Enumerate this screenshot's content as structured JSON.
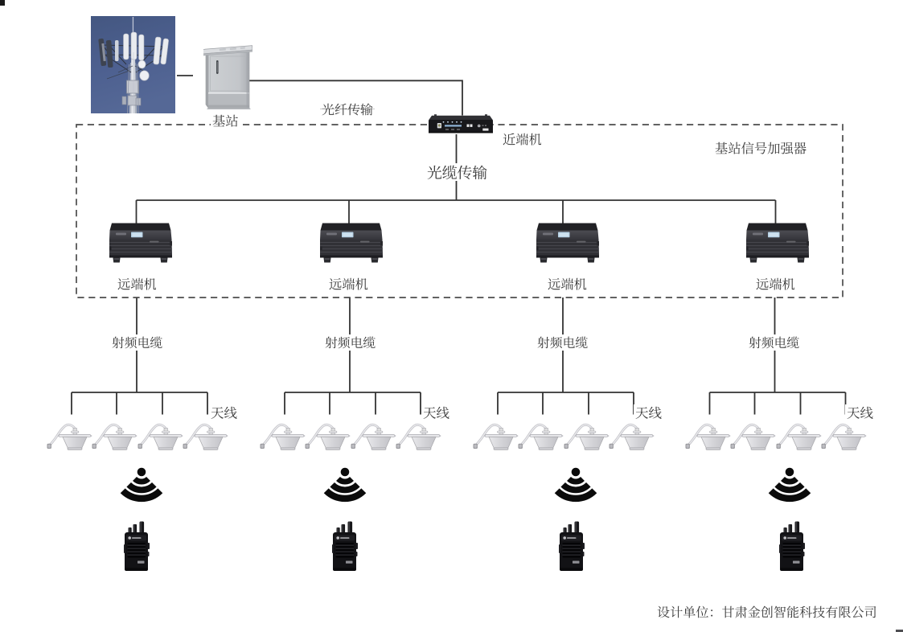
{
  "page": {
    "background": "#ffffff",
    "footer_credit": "设计单位：甘肃金创智能科技有限公司"
  },
  "colors": {
    "line": "#333333",
    "dashed_border": "#4c4c4c",
    "text": "#3a3a3a",
    "photo_sky": "#4d6090",
    "device_black": "#1a1a1c",
    "lcd_blue": "#b9d3e6",
    "signal_icon": "#0b0b0b"
  },
  "diagram": {
    "base_station": {
      "label": "基站",
      "photo_icon": "cell-tower-photo",
      "cabinet_icon": "outdoor-cabinet"
    },
    "links": {
      "fiber": "光纤传输",
      "optical_cable": "光缆传输"
    },
    "booster": {
      "label": "基站信号加强器",
      "near_end_unit_label": "近端机"
    },
    "branches": [
      {
        "remote_unit_label": "远端机",
        "rf_cable_label": "射频电缆",
        "antenna_label": "天线",
        "ceiling_antennas": 4,
        "terminal_icon": "walkie-talkie"
      },
      {
        "remote_unit_label": "远端机",
        "rf_cable_label": "射频电缆",
        "antenna_label": "天线",
        "ceiling_antennas": 4,
        "terminal_icon": "walkie-talkie"
      },
      {
        "remote_unit_label": "远端机",
        "rf_cable_label": "射频电缆",
        "antenna_label": "天线",
        "ceiling_antennas": 4,
        "terminal_icon": "walkie-talkie"
      },
      {
        "remote_unit_label": "远端机",
        "rf_cable_label": "射频电缆",
        "antenna_label": "天线",
        "ceiling_antennas": 4,
        "terminal_icon": "walkie-talkie"
      }
    ]
  }
}
